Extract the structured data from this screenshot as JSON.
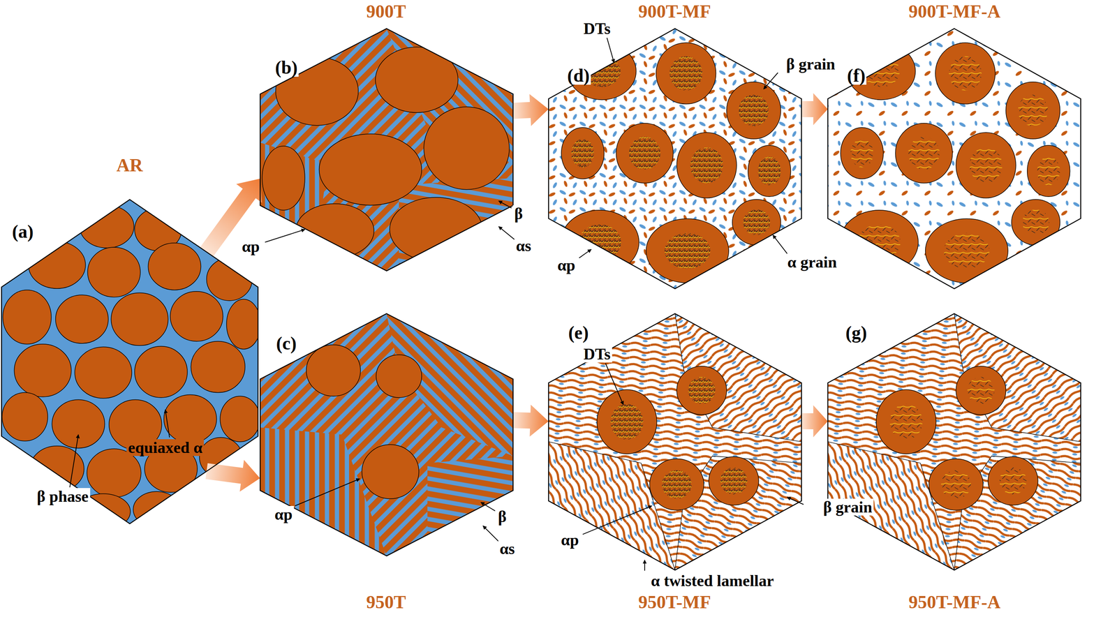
{
  "diagram": {
    "nodes": [
      {
        "text": [
          "AR",
          "(a)"
        ]
      },
      {
        "text": [
          "900T",
          "(b)"
        ]
      },
      {
        "text": [
          "(c)",
          "950T"
        ]
      },
      {
        "text": [
          "900T-MF",
          "(d)"
        ]
      },
      {
        "text": [
          "(e)",
          "950T-MF"
        ]
      },
      {
        "text": [
          "900T-MF-A",
          "(f)"
        ]
      },
      {
        "text": [
          "(g)",
          "950T-MF-A"
        ]
      }
    ],
    "edges": [
      {
        "from": 0,
        "to": 1,
        "arrow": "to"
      },
      {
        "from": 0,
        "to": 2,
        "arrow": "to"
      },
      {
        "from": 1,
        "to": 3,
        "arrow": "to"
      },
      {
        "from": 2,
        "to": 4,
        "arrow": "to"
      },
      {
        "from": 3,
        "to": 5,
        "arrow": "to"
      },
      {
        "from": 4,
        "to": 6,
        "arrow": "to"
      }
    ],
    "labels": [
      "β phase",
      "equiaxed α",
      "αp",
      "β",
      "αs",
      "αp",
      "β",
      "αs",
      "DTs",
      "β grain",
      "αp",
      "α grain",
      "DTs",
      "β grain",
      "αp",
      "α twisted lamellar"
    ]
  }
}
